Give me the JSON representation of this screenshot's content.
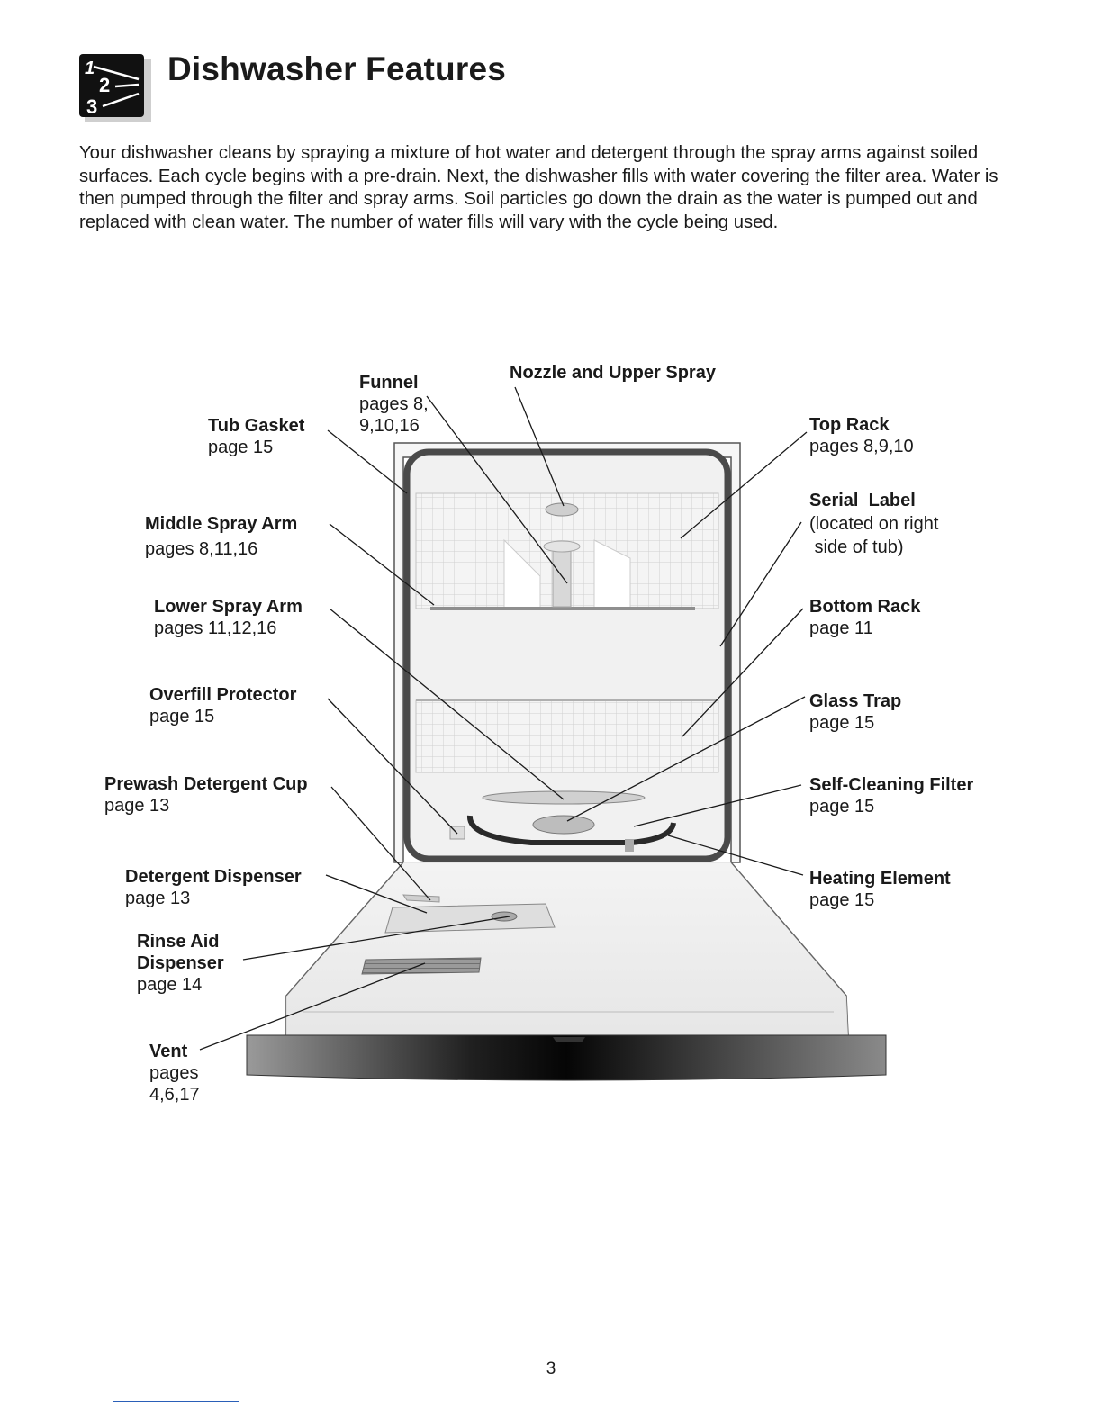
{
  "header": {
    "title": "Dishwasher Features"
  },
  "intro": "Your dishwasher cleans by spraying a mixture of hot water and detergent through the spray arms against soiled surfaces. Each cycle begins with a pre-drain. Next, the dishwasher fills with water covering the filter area. Water is then pumped through the filter and spray arms. Soil particles go down the drain as the water is pumped out and replaced with clean water. The number of water fills will vary with the cycle being used.",
  "icon": {
    "name": "numbered-steps-icon",
    "digits": [
      "1",
      "2",
      "3"
    ]
  },
  "callouts": [
    {
      "id": "funnel",
      "name": "Funnel",
      "pages": "pages 8,\n9,10,16"
    },
    {
      "id": "nozzle",
      "name": "Nozzle and Upper Spray",
      "pages": ""
    },
    {
      "id": "tub_gasket",
      "name": "Tub Gasket",
      "pages": "page 15"
    },
    {
      "id": "middle_arm",
      "name": "Middle Spray Arm",
      "pages": "pages 8,11,16"
    },
    {
      "id": "lower_arm",
      "name": "Lower Spray Arm",
      "pages": "pages 11,12,16"
    },
    {
      "id": "overfill",
      "name": "Overfill Protector",
      "pages": "page 15"
    },
    {
      "id": "prewash",
      "name": "Prewash Detergent Cup",
      "pages": "page 13"
    },
    {
      "id": "detergent",
      "name": "Detergent Dispenser",
      "pages": "page 13"
    },
    {
      "id": "rinse_aid",
      "name": "Rinse Aid\nDispenser",
      "pages": "page 14"
    },
    {
      "id": "vent",
      "name": "Vent",
      "pages": "pages\n4,6,17"
    },
    {
      "id": "top_rack",
      "name": "Top Rack",
      "pages": "pages 8,9,10"
    },
    {
      "id": "serial",
      "name": "Serial  Label",
      "pages": "(located on right\n side of tub)"
    },
    {
      "id": "bottom_rack",
      "name": "Bottom Rack",
      "pages": "page 11"
    },
    {
      "id": "glass_trap",
      "name": "Glass Trap",
      "pages": "page 15"
    },
    {
      "id": "filter",
      "name": "Self-Cleaning Filter",
      "pages": "page 15"
    },
    {
      "id": "heating",
      "name": "Heating Element",
      "pages": "page 15"
    }
  ],
  "footer": {
    "page_number": "3"
  }
}
